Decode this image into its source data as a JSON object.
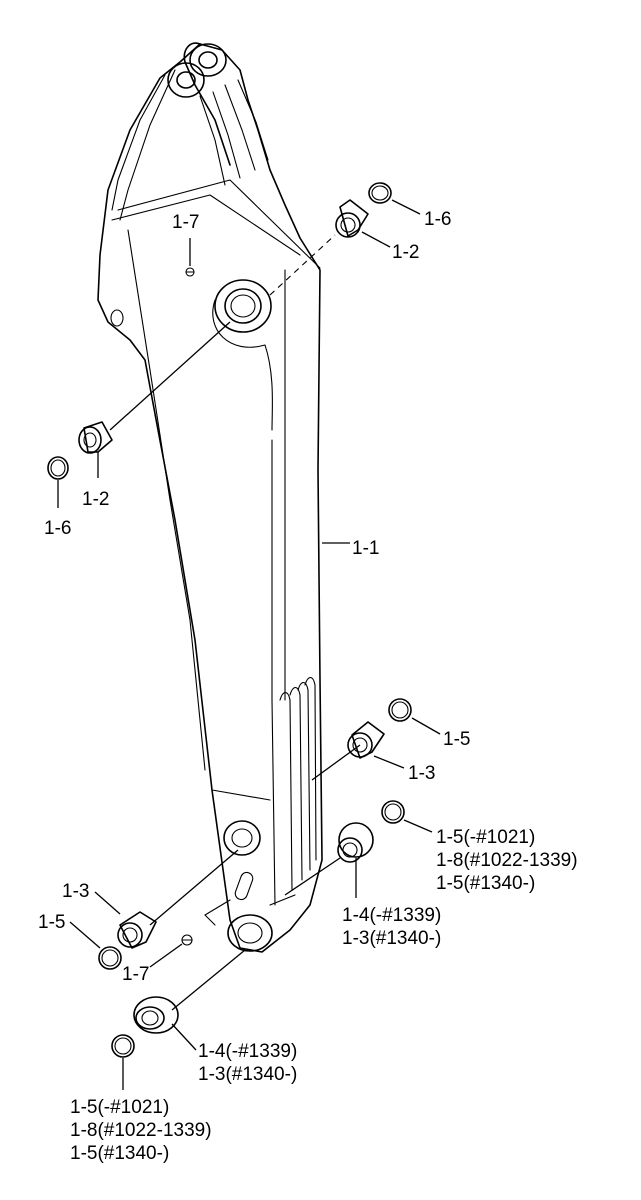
{
  "diagram": {
    "labels": {
      "arm": "1-1",
      "upper_right_bushing": "1-2",
      "upper_right_shim": "1-6",
      "upper_grease_fitting": "1-7",
      "upper_left_bushing": "1-2",
      "upper_left_shim": "1-6",
      "lower_right_shim": "1-5",
      "lower_right_bushing": "1-3",
      "right_variants_1": "1-5(-#1021)",
      "right_variants_2": "1-8(#1022-1339)",
      "right_variants_3": "1-5(#1340-)",
      "right_flange_bushing_1": "1-4(-#1339)",
      "right_flange_bushing_2": "1-3(#1340-)",
      "lower_left_bushing": "1-3",
      "lower_left_shim": "1-5",
      "lower_grease_fitting": "1-7",
      "bottom_flange_bushing_1": "1-4(-#1339)",
      "bottom_flange_bushing_2": "1-3(#1340-)",
      "bottom_variants_1": "1-5(-#1021)",
      "bottom_variants_2": "1-8(#1022-1339)",
      "bottom_variants_3": "1-5(#1340-)"
    }
  }
}
